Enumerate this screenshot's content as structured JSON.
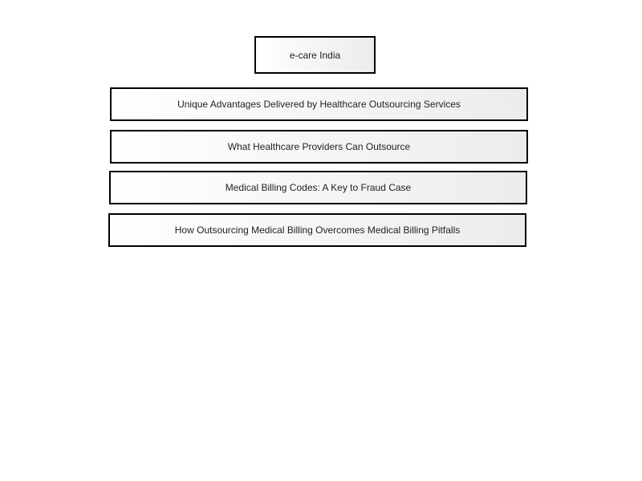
{
  "diagram": {
    "root": {
      "label": "e-care India"
    },
    "topics": [
      {
        "label": "Unique Advantages Delivered by Healthcare Outsourcing Services"
      },
      {
        "label": "What Healthcare Providers Can Outsource"
      },
      {
        "label": "Medical Billing Codes: A Key to Fraud Case"
      },
      {
        "label": "How Outsourcing Medical Billing Overcomes Medical Billing Pitfalls"
      }
    ]
  }
}
